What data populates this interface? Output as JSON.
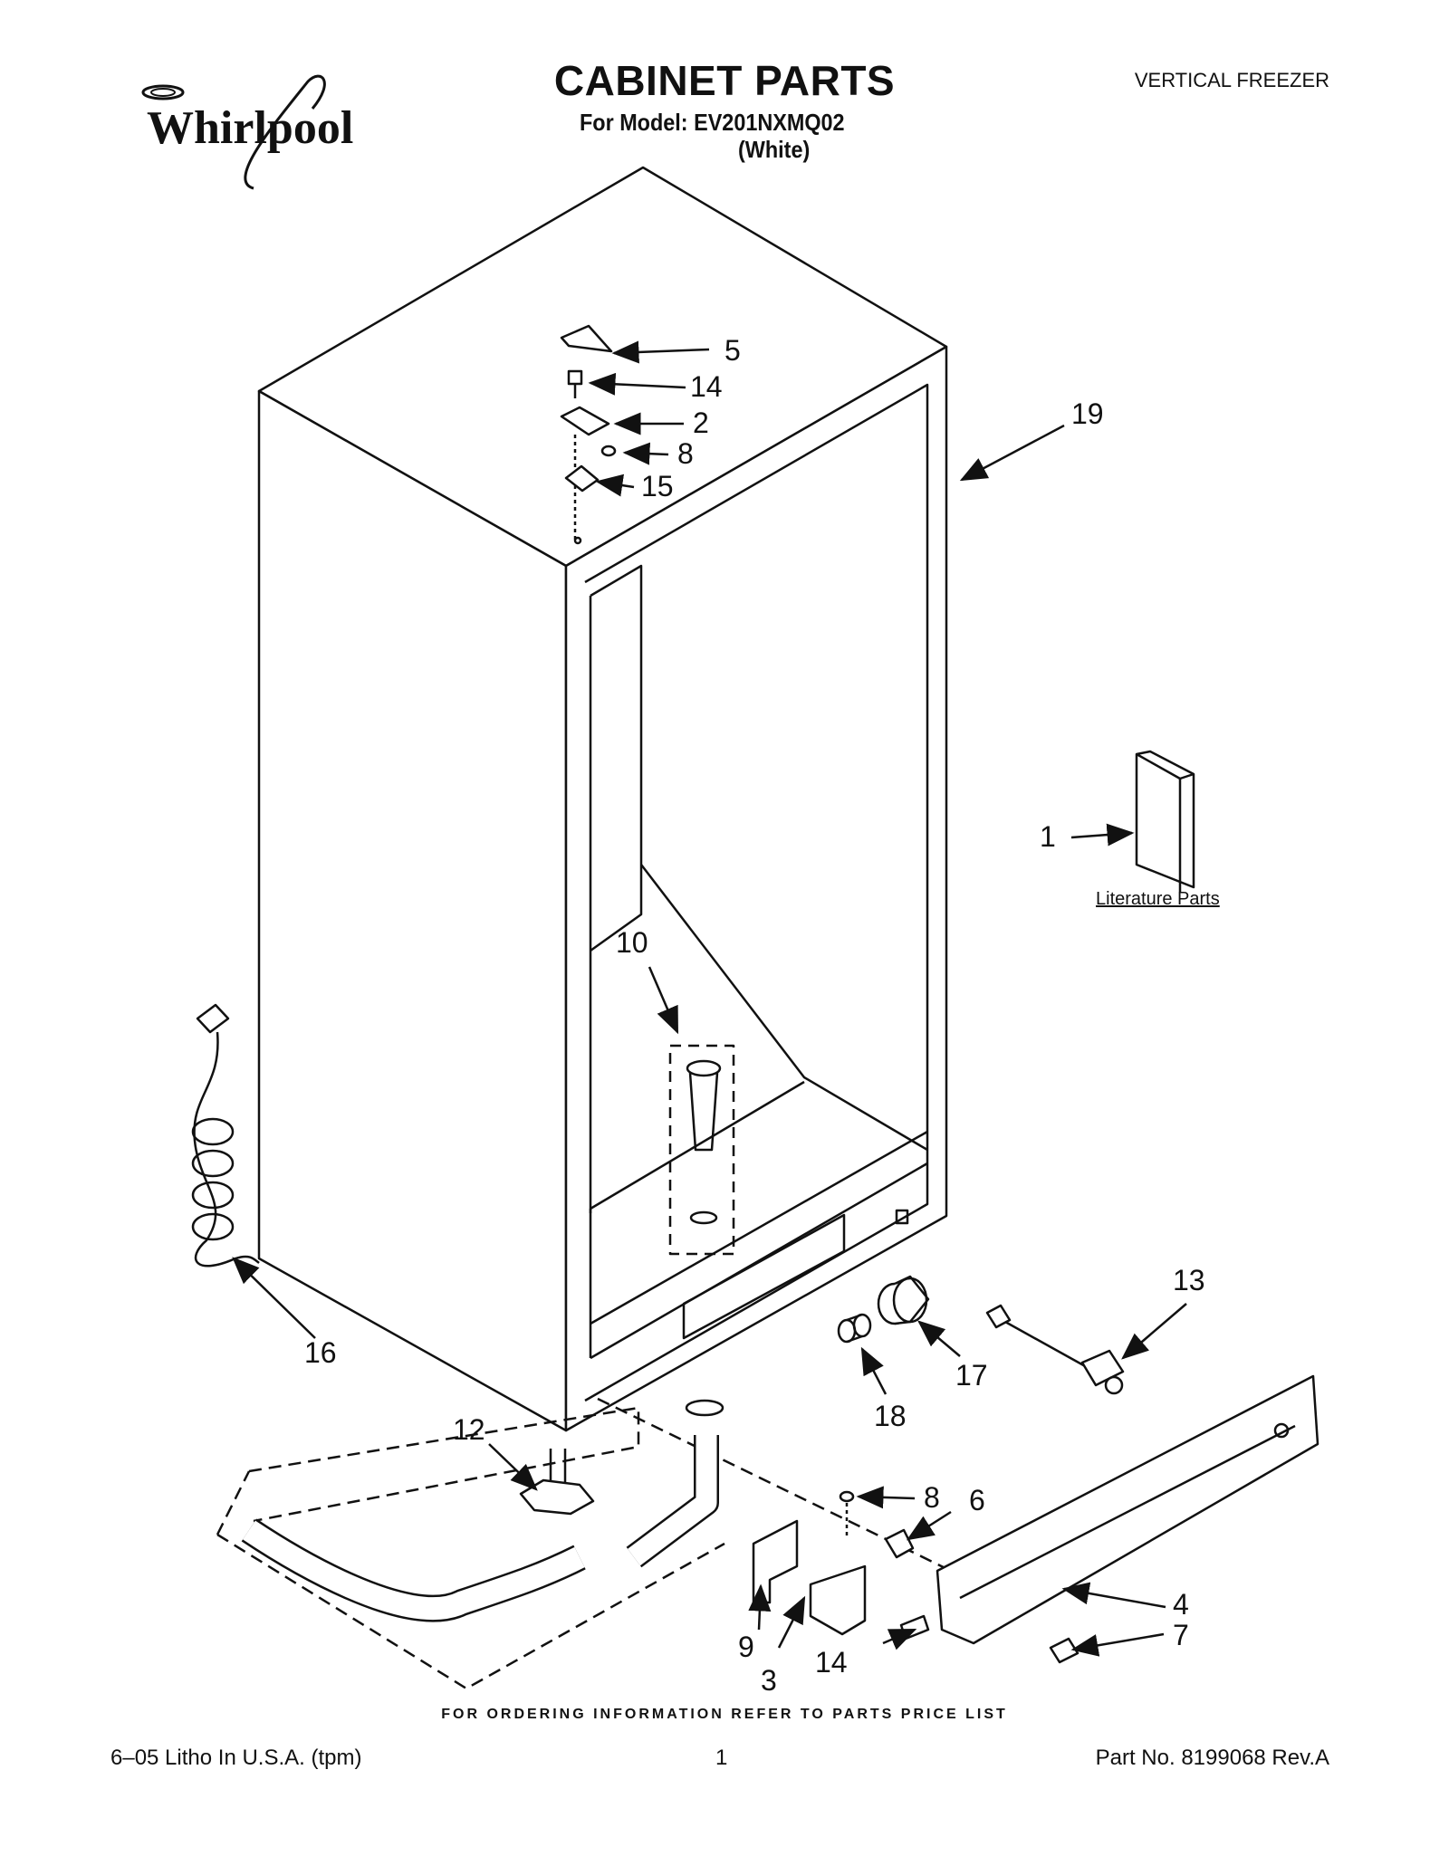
{
  "header": {
    "brand": "Whirlpool",
    "title": "CABINET PARTS",
    "model_line": "For Model: EV201NXMQ02",
    "color_line": "(White)",
    "product_type": "VERTICAL FREEZER"
  },
  "callouts": {
    "c1": "1",
    "c2": "2",
    "c3": "3",
    "c4": "4",
    "c5": "5",
    "c6": "6",
    "c7": "7",
    "c8a": "8",
    "c8b": "8",
    "c9": "9",
    "c10": "10",
    "c12": "12",
    "c13": "13",
    "c14a": "14",
    "c14b": "14",
    "c15": "15",
    "c16": "16",
    "c17": "17",
    "c18": "18",
    "c19": "19"
  },
  "literature_label": "Literature Parts",
  "footer": {
    "ordering_note": "FOR ORDERING INFORMATION REFER TO PARTS PRICE LIST",
    "litho": "6–05 Litho In U.S.A. (tpm)",
    "page": "1",
    "part_no": "Part No. 8199068 Rev.A"
  }
}
